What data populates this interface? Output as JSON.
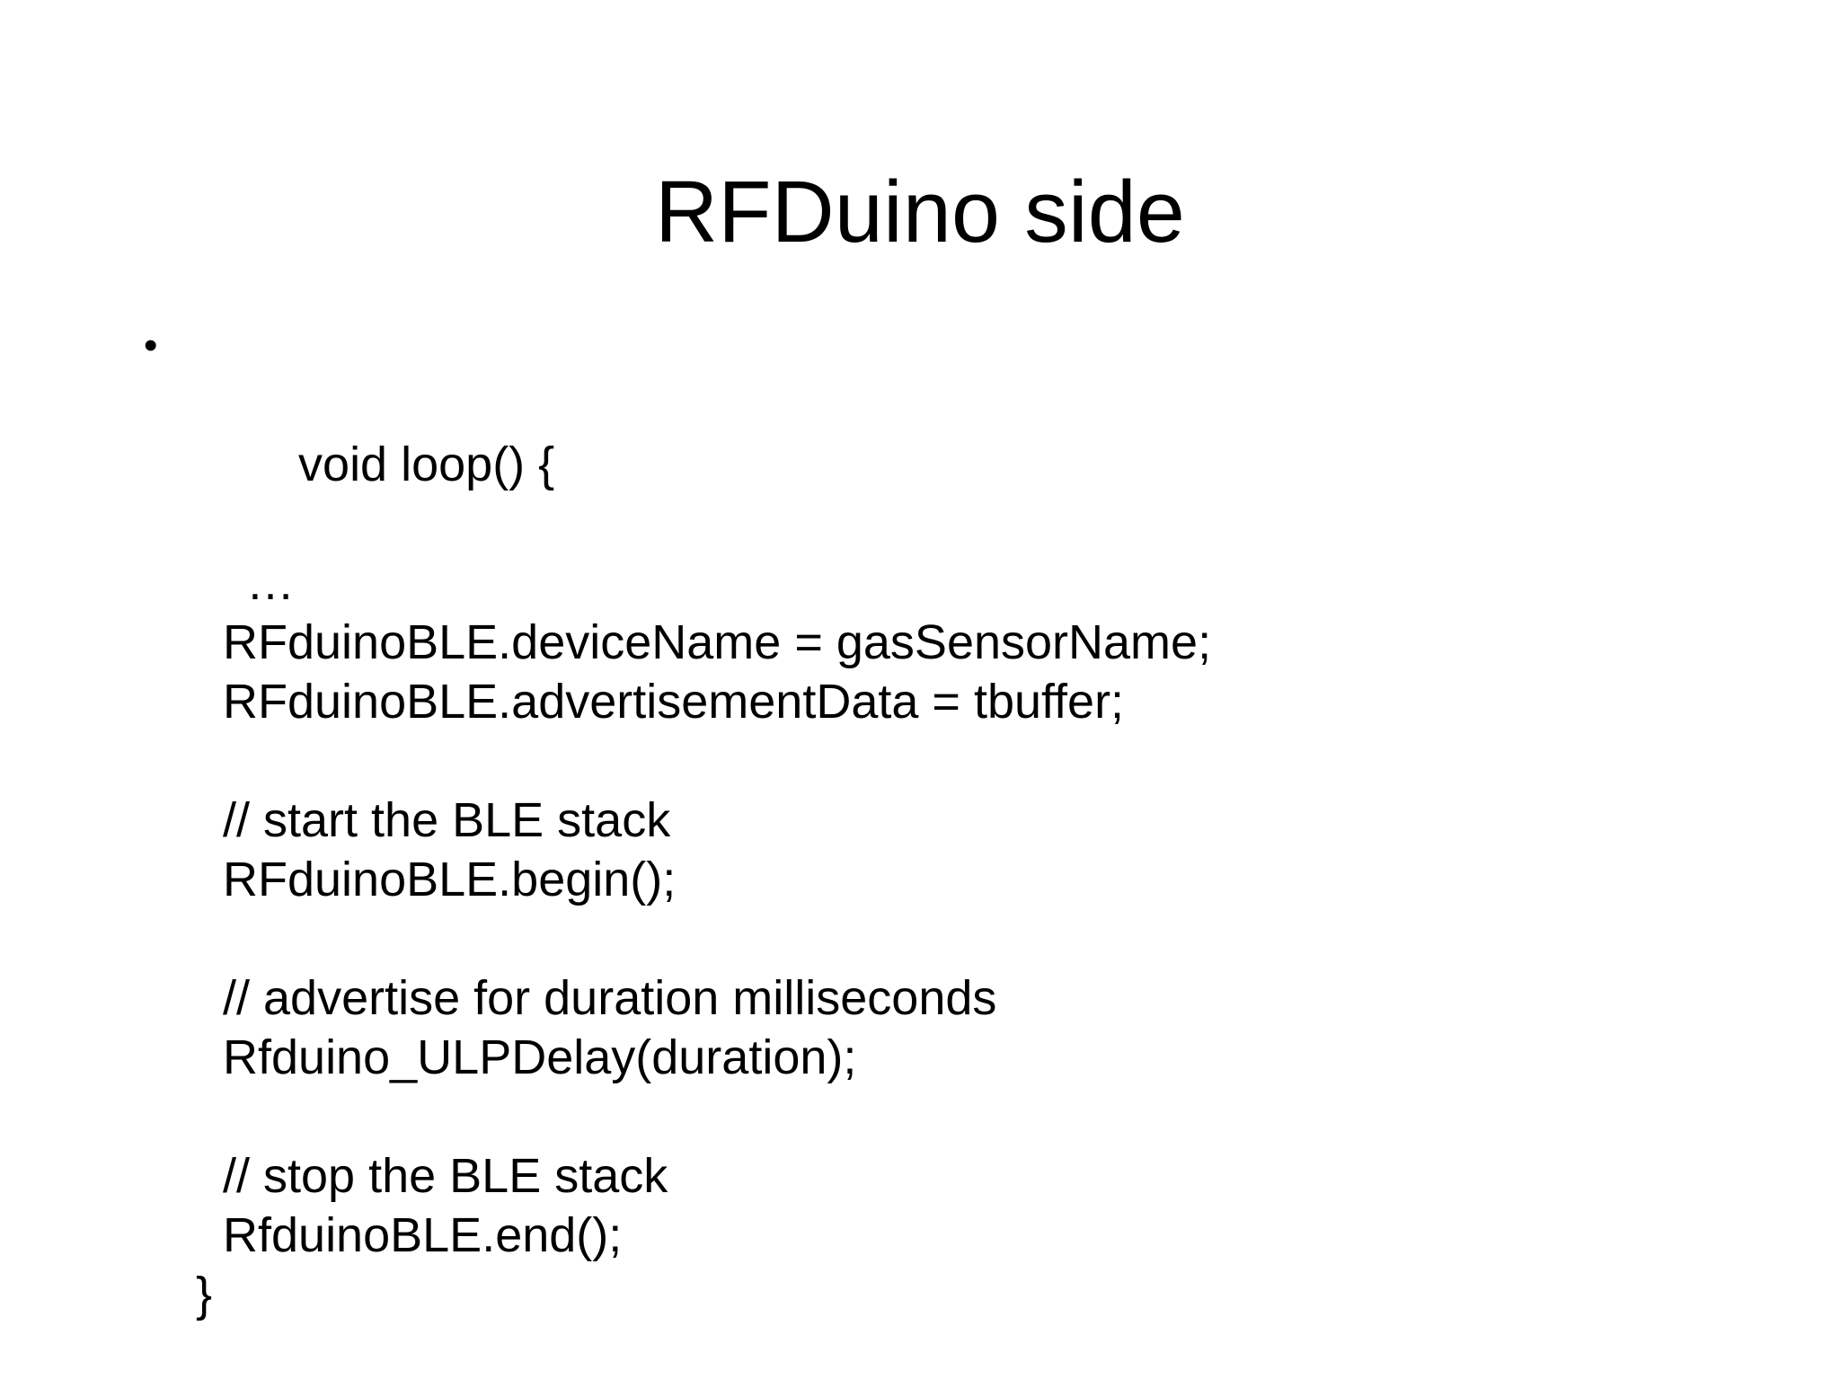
{
  "slide": {
    "title": "RFDuino side",
    "background_color": "#ffffff",
    "text_color": "#000000",
    "bullets": [
      {
        "marker": "•",
        "text": "void loop() {"
      }
    ],
    "code": {
      "lines": [
        {
          "id": "line-ellipsis",
          "text": "…",
          "style": "indent-ellipsis"
        },
        {
          "id": "line-devicename",
          "text": "RFduinoBLE.deviceName = gasSensorName;",
          "style": "normal"
        },
        {
          "id": "line-advertisement",
          "text": "RFduinoBLE.advertisementData = tbuffer;",
          "style": "normal"
        },
        {
          "id": "line-blank-1",
          "text": "",
          "style": "blank"
        },
        {
          "id": "line-comment-start",
          "text": "// start the BLE stack",
          "style": "normal"
        },
        {
          "id": "line-begin",
          "text": "RFduinoBLE.begin();",
          "style": "normal"
        },
        {
          "id": "line-blank-2",
          "text": "",
          "style": "blank"
        },
        {
          "id": "line-comment-advertise",
          "text": "// advertise for duration milliseconds",
          "style": "normal"
        },
        {
          "id": "line-ulpdelay",
          "text": "Rfduino_ULPDelay(duration);",
          "style": "normal"
        },
        {
          "id": "line-blank-3",
          "text": "",
          "style": "blank"
        },
        {
          "id": "line-comment-stop",
          "text": "// stop the BLE stack",
          "style": "normal"
        },
        {
          "id": "line-end",
          "text": "RfduinoBLE.end();",
          "style": "normal"
        },
        {
          "id": "line-close-brace",
          "text": "}",
          "style": "outdent-brace"
        }
      ]
    }
  }
}
